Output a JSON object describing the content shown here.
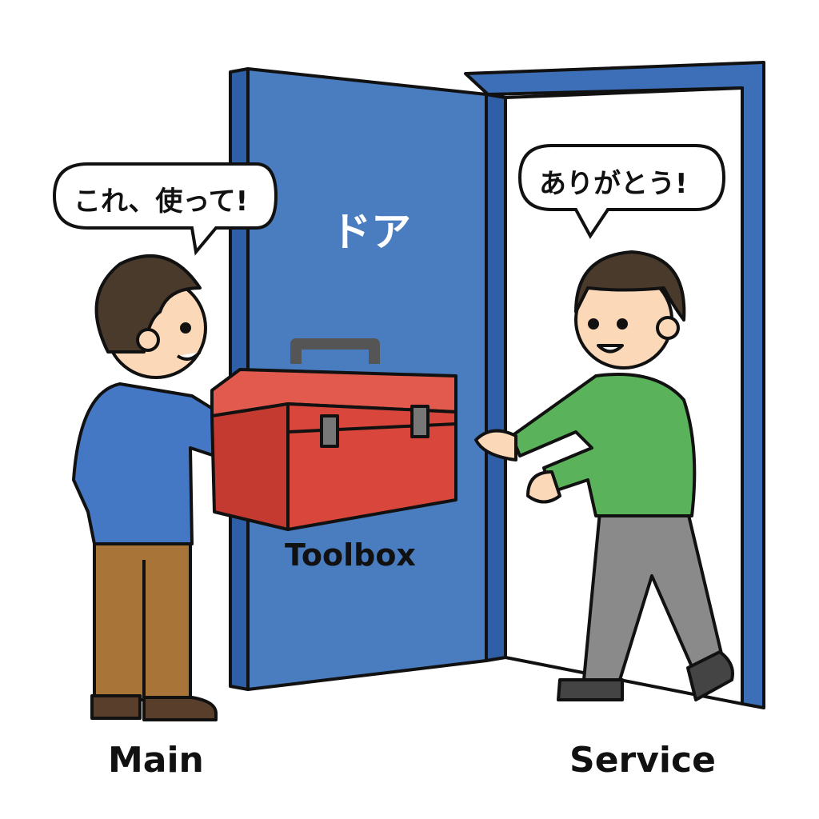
{
  "labels": {
    "main": "Main",
    "service": "Service",
    "door": "ドア",
    "toolbox": "Toolbox"
  },
  "speech": {
    "main": "これ、使って!",
    "service": "ありがとう!"
  },
  "colors": {
    "door": "#4a7cc0",
    "door_frame": "#3d6fb8",
    "toolbox": "#d9473c",
    "main_shirt": "#4477c4",
    "main_pants": "#a87438",
    "service_shirt": "#5ab25a",
    "service_pants": "#8a8a8a",
    "hair": "#4a3a2c",
    "skin": "#fbd8b8"
  }
}
